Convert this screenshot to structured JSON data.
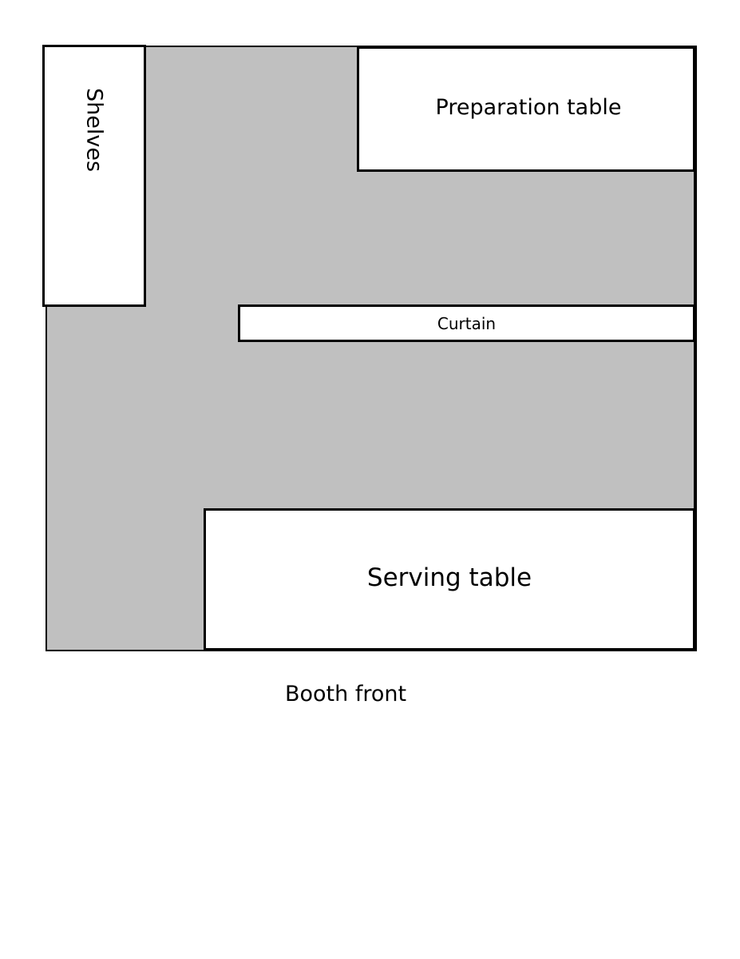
{
  "diagram": {
    "fixtures": {
      "shelves": "Shelves",
      "preparation_table": "Preparation table",
      "curtain": "Curtain",
      "serving_table": "Serving table"
    },
    "front_label": "Booth front",
    "colors": {
      "floor": "#c0c0c0",
      "fixture_fill": "#ffffff",
      "outline": "#000000"
    }
  }
}
